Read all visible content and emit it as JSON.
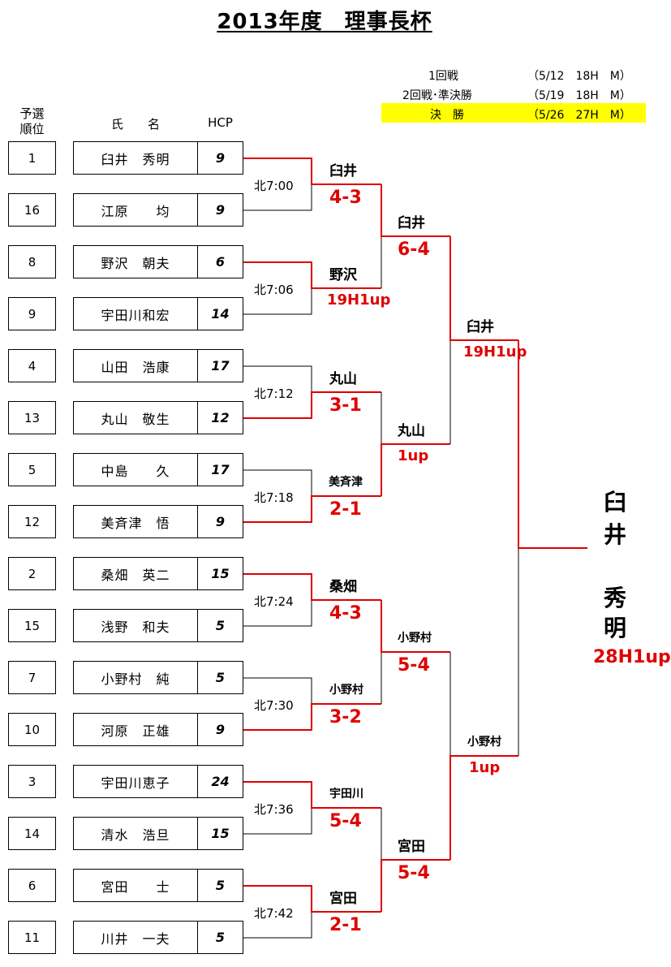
{
  "title": "2013年度　理事長杯",
  "schedule": [
    {
      "round": "1回戦",
      "date": "（5/12　18H　M）"
    },
    {
      "round": "2回戦･準決勝",
      "date": "（5/19　18H　M）"
    },
    {
      "round": "決　勝",
      "date": "（5/26　27H　M）"
    }
  ],
  "headers": {
    "seed": "予選\n順位",
    "name": "氏　　名",
    "hcp": "HCP"
  },
  "players": [
    {
      "seed": "1",
      "name": "臼井　秀明",
      "hcp": "9"
    },
    {
      "seed": "16",
      "name": "江原　　均",
      "hcp": "9"
    },
    {
      "seed": "8",
      "name": "野沢　朝夫",
      "hcp": "6"
    },
    {
      "seed": "9",
      "name": "宇田川和宏",
      "hcp": "14"
    },
    {
      "seed": "4",
      "name": "山田　浩康",
      "hcp": "17"
    },
    {
      "seed": "13",
      "name": "丸山　敬生",
      "hcp": "12"
    },
    {
      "seed": "5",
      "name": "中島　　久",
      "hcp": "17"
    },
    {
      "seed": "12",
      "name": "美斉津　悟",
      "hcp": "9"
    },
    {
      "seed": "2",
      "name": "桑畑　英二",
      "hcp": "15"
    },
    {
      "seed": "15",
      "name": "浅野　和夫",
      "hcp": "5"
    },
    {
      "seed": "7",
      "name": "小野村　純",
      "hcp": "5"
    },
    {
      "seed": "10",
      "name": "河原　正雄",
      "hcp": "9"
    },
    {
      "seed": "3",
      "name": "宇田川恵子",
      "hcp": "24"
    },
    {
      "seed": "14",
      "name": "清水　浩旦",
      "hcp": "15"
    },
    {
      "seed": "6",
      "name": "宮田　　士",
      "hcp": "5"
    },
    {
      "seed": "11",
      "name": "川井　一夫",
      "hcp": "5"
    }
  ],
  "round1": [
    {
      "time": "北7:00",
      "winner": "臼井",
      "score": "4-3"
    },
    {
      "time": "北7:06",
      "winner": "野沢",
      "score": "19H1up"
    },
    {
      "time": "北7:12",
      "winner": "丸山",
      "score": "3-1"
    },
    {
      "time": "北7:18",
      "winner": "美斉津",
      "score": "2-1"
    },
    {
      "time": "北7:24",
      "winner": "桑畑",
      "score": "4-3"
    },
    {
      "time": "北7:30",
      "winner": "小野村",
      "score": "3-2"
    },
    {
      "time": "北7:36",
      "winner": "宇田川",
      "score": "5-4"
    },
    {
      "time": "北7:42",
      "winner": "宮田",
      "score": "2-1"
    }
  ],
  "round2": [
    {
      "winner": "臼井",
      "score": "6-4"
    },
    {
      "winner": "丸山",
      "score": "1up"
    },
    {
      "winner": "小野村",
      "score": "5-4"
    },
    {
      "winner": "宮田",
      "score": "5-4"
    }
  ],
  "semis": [
    {
      "winner": "臼井",
      "score": "19H1up"
    },
    {
      "winner": "小野村",
      "score": "1up"
    }
  ],
  "champion": {
    "given": "臼井",
    "family": "秀明",
    "score": "28H1up"
  },
  "colors": {
    "winner_line": "#e00000",
    "loser_line": "#000000",
    "highlight": "#ffff00"
  }
}
